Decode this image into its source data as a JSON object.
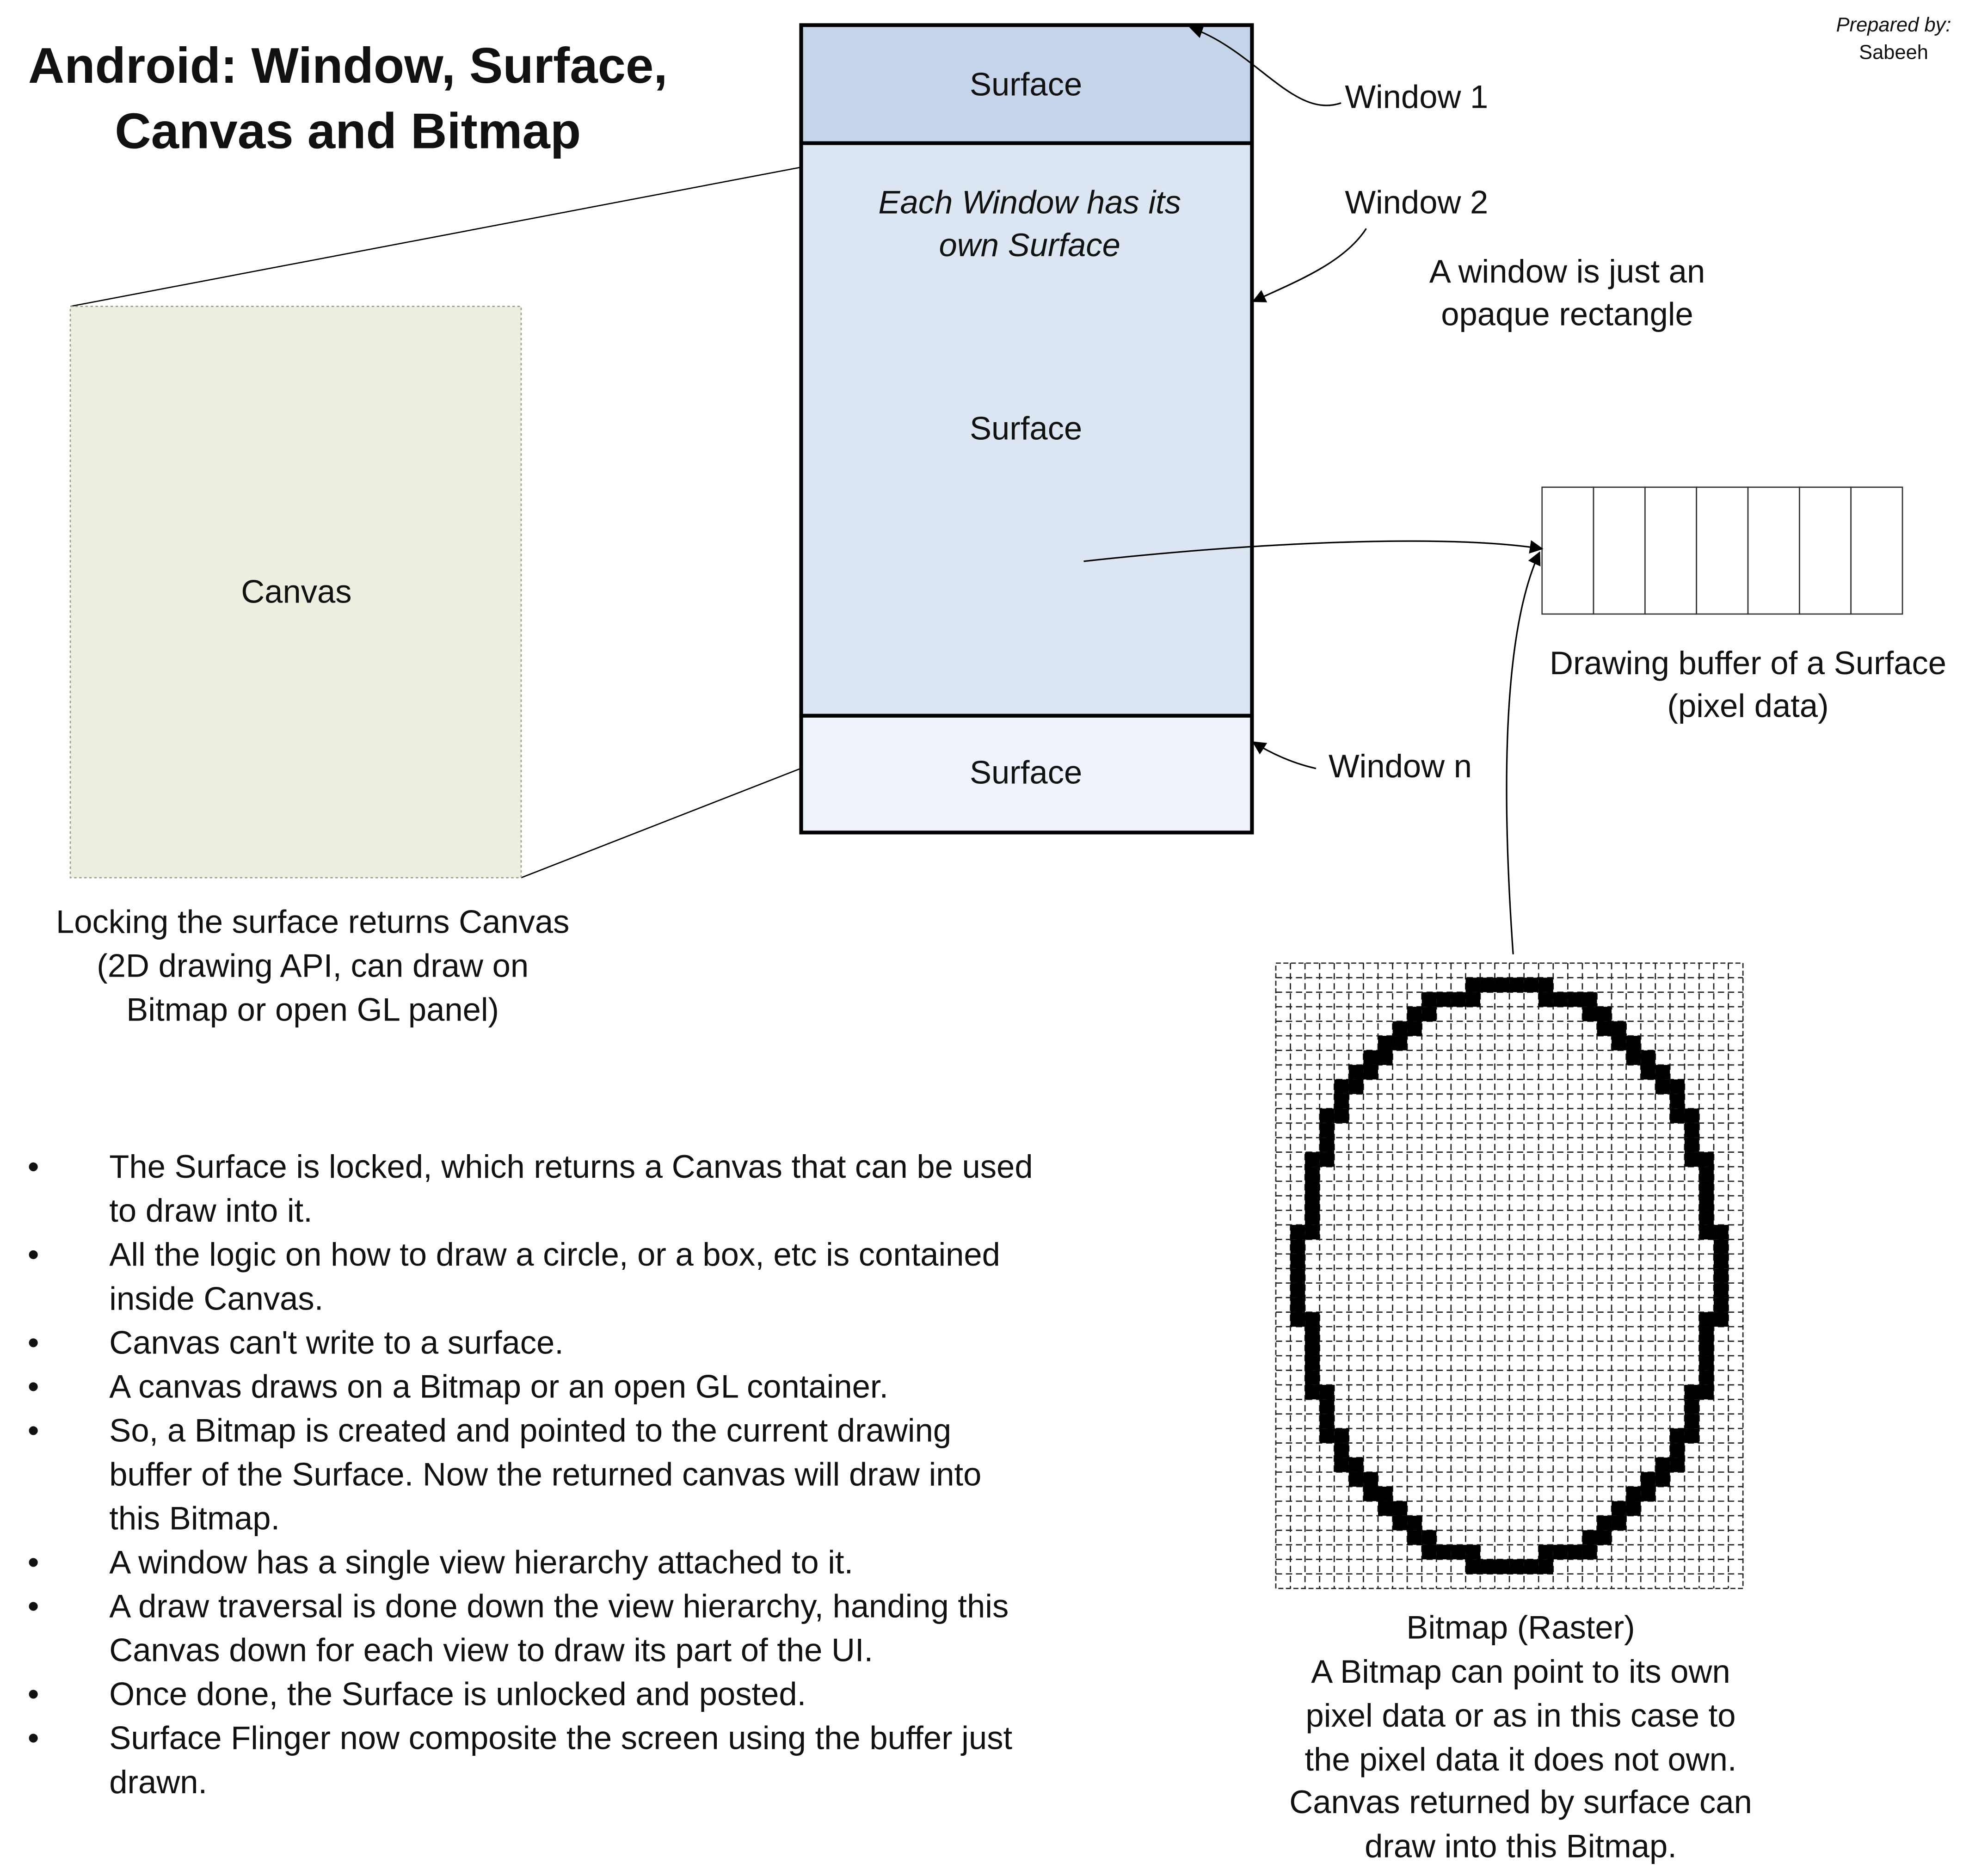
{
  "title": [
    "Android: Window, Surface,",
    "Canvas and Bitmap"
  ],
  "credit": {
    "prepared_by": "Prepared by:",
    "author": "Sabeeh"
  },
  "windows": {
    "surface_top": "Surface",
    "surface_middle": "Surface",
    "surface_bottom": "Surface",
    "note": [
      "Each Window has its",
      "own Surface"
    ],
    "window1": "Window 1",
    "window2": "Window 2",
    "windown": "Window n",
    "window_desc": [
      "A window is just an",
      "opaque rectangle"
    ],
    "colors": {
      "top": "#c6d4ea",
      "middle": "#dce6f2",
      "bottom": "#eef2fb"
    }
  },
  "buffer": {
    "cells": 7,
    "caption": [
      "Drawing buffer of a Surface",
      "(pixel data)"
    ]
  },
  "canvas": {
    "label": "Canvas",
    "color": "#ebefe0",
    "caption": [
      "Locking the surface returns Canvas",
      "(2D drawing API, can draw on",
      "Bitmap or open GL panel)"
    ]
  },
  "bullets": [
    [
      "The Surface is locked, which returns a Canvas that can be used",
      "to draw into it."
    ],
    [
      "All the logic on how to draw a circle, or a box, etc is contained",
      "inside Canvas."
    ],
    [
      "Canvas can't write to a surface."
    ],
    [
      "A canvas draws on a Bitmap or an open GL container."
    ],
    [
      "So, a Bitmap is created and pointed to the current drawing",
      "buffer of the Surface. Now the returned canvas will draw into",
      "this Bitmap."
    ],
    [
      "A window has a single view hierarchy attached to it."
    ],
    [
      "A draw traversal is done down the view hierarchy, handing this",
      "Canvas down for each view to draw its part of the UI."
    ],
    [
      "Once done, the Surface is unlocked and posted."
    ],
    [
      "Surface Flinger now composite the screen using the buffer just",
      "drawn."
    ]
  ],
  "bitmap": {
    "columns": 32,
    "rows": 43,
    "caption": [
      "Bitmap (Raster)",
      "A Bitmap can point to its own",
      "pixel data or as in this case to",
      "the pixel data it does not own.",
      "Canvas returned by surface can",
      "draw into this Bitmap."
    ]
  }
}
